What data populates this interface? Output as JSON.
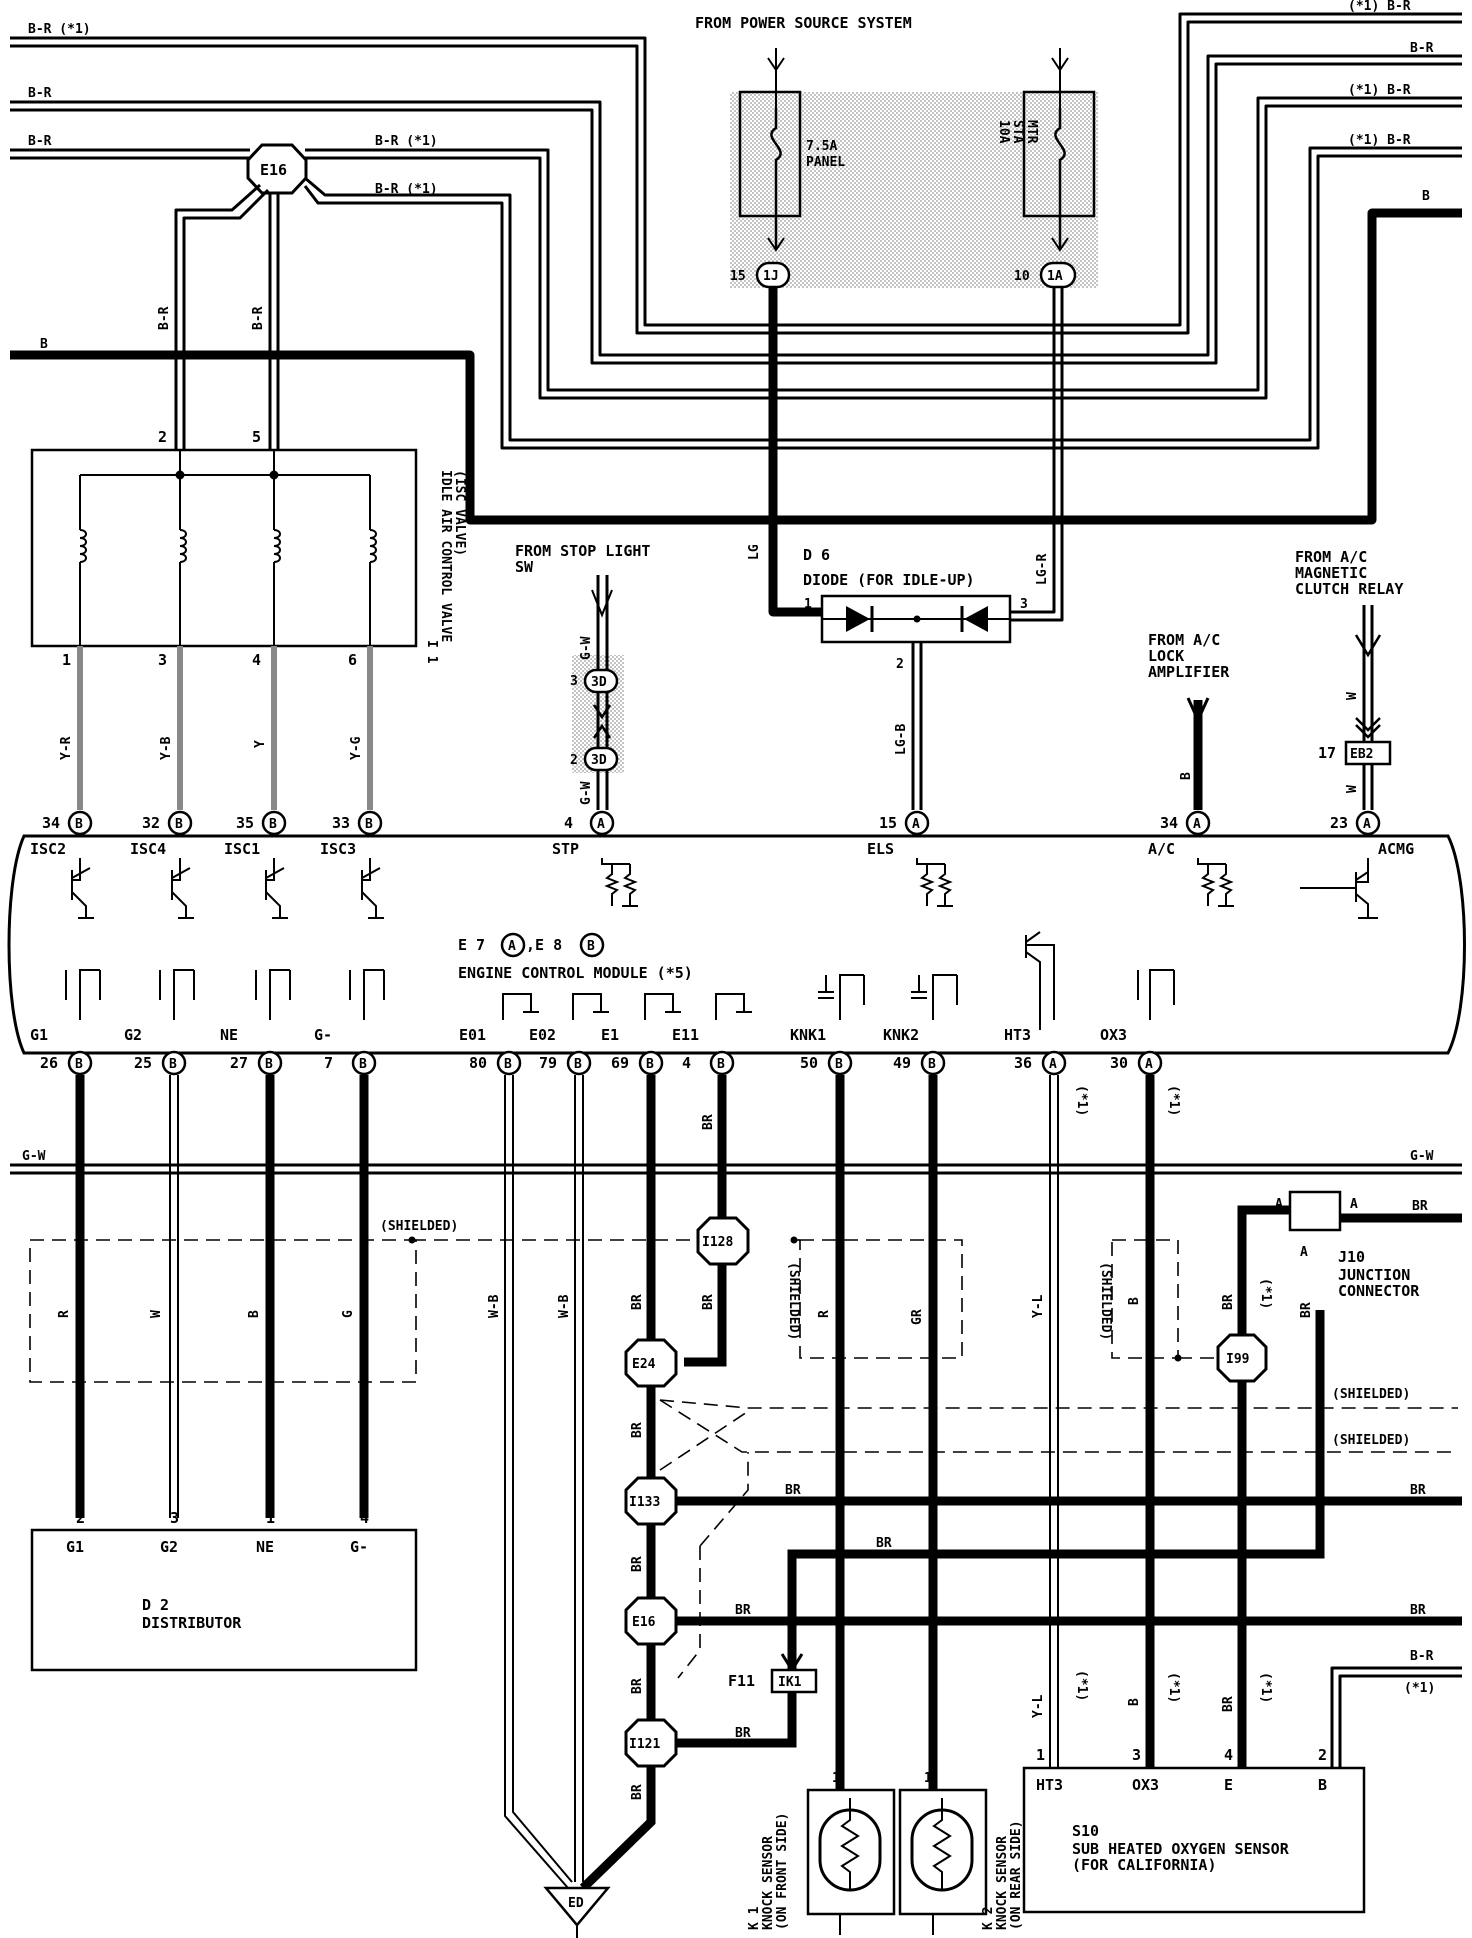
{
  "source_label": "FROM POWER SOURCE SYSTEM",
  "fuses": [
    {
      "label_1": "7.5A",
      "label_2": "PANEL",
      "connector_pin": "15",
      "connector": "1J"
    },
    {
      "label_1": "10A",
      "label_2": "STA",
      "label_3": "MTR",
      "connector_pin": "10",
      "connector": "1A"
    }
  ],
  "top_wires": [
    {
      "text": "B-R (*1)"
    },
    {
      "text": "B-R"
    },
    {
      "text": "B-R"
    },
    {
      "text": "B-R (*1)"
    },
    {
      "text": "B-R (*1)"
    },
    {
      "text": "B"
    },
    {
      "text": "B"
    }
  ],
  "right_wires": [
    {
      "text": "(*1) B-R"
    },
    {
      "text": "B-R"
    },
    {
      "text": "(*1) B-R"
    },
    {
      "text": "(*1) B-R"
    },
    {
      "text": "B"
    }
  ],
  "splice_e16_top": "E16",
  "isc_valve": {
    "designator": "I 1",
    "name_1": "IDLE AIR CONTROL VALVE",
    "name_2": "(ISC VALVE)",
    "top_pins": [
      "2",
      "5"
    ],
    "top_wires": [
      "B-R",
      "B-R"
    ],
    "bottom_pins": [
      "1",
      "3",
      "4",
      "6"
    ],
    "bottom_wires": [
      "Y-R",
      "Y-B",
      "Y",
      "Y-G"
    ]
  },
  "stop_light": {
    "label_1": "FROM STOP LIGHT",
    "label_2": "SW",
    "wire_top": "G-W",
    "wire_bottom": "G-W",
    "pin_1": "3",
    "connector_1": "3D",
    "pin_2": "2",
    "connector_2": "3D"
  },
  "diode": {
    "designator": "D 6",
    "name": "DIODE (FOR IDLE-UP)",
    "wire_left": "LG",
    "wire_right": "LG-R",
    "wire_bottom": "LG-B",
    "pin_left": "1",
    "pin_right": "3",
    "pin_bottom": "2"
  },
  "ac_lock": {
    "label_1": "FROM A/C",
    "label_2": "LOCK",
    "label_3": "AMPLIFIER",
    "wire": "B"
  },
  "ac_clutch": {
    "label_1": "FROM A/C",
    "label_2": "MAGNETIC",
    "label_3": "CLUTCH RELAY",
    "wire_top": "W",
    "wire_bottom": "W",
    "pin": "17",
    "connector": "EB2"
  },
  "ecm": {
    "title_1": "E 7",
    "title_conn_a": "A",
    "title_sep": ",E 8",
    "title_conn_b": "B",
    "title_2": "ENGINE CONTROL MODULE (*5)",
    "top_terminals": [
      {
        "pin": "34",
        "conn": "B",
        "name": "ISC2"
      },
      {
        "pin": "32",
        "conn": "B",
        "name": "ISC4"
      },
      {
        "pin": "35",
        "conn": "B",
        "name": "ISC1"
      },
      {
        "pin": "33",
        "conn": "B",
        "name": "ISC3"
      },
      {
        "pin": "4",
        "conn": "A",
        "name": "STP"
      },
      {
        "pin": "15",
        "conn": "A",
        "name": "ELS"
      },
      {
        "pin": "34",
        "conn": "A",
        "name": "A/C"
      },
      {
        "pin": "23",
        "conn": "A",
        "name": "ACMG"
      }
    ],
    "bottom_terminals": [
      {
        "pin": "26",
        "conn": "B",
        "name": "G1"
      },
      {
        "pin": "25",
        "conn": "B",
        "name": "G2"
      },
      {
        "pin": "27",
        "conn": "B",
        "name": "NE"
      },
      {
        "pin": "7",
        "conn": "B",
        "name": "G-"
      },
      {
        "pin": "80",
        "conn": "B",
        "name": "E01"
      },
      {
        "pin": "79",
        "conn": "B",
        "name": "E02"
      },
      {
        "pin": "69",
        "conn": "B",
        "name": "E1"
      },
      {
        "pin": "4",
        "conn": "B",
        "name": "E11"
      },
      {
        "pin": "50",
        "conn": "B",
        "name": "KNK1"
      },
      {
        "pin": "49",
        "conn": "B",
        "name": "KNK2"
      },
      {
        "pin": "36",
        "conn": "A",
        "name": "HT3"
      },
      {
        "pin": "30",
        "conn": "A",
        "name": "OX3"
      }
    ]
  },
  "gw_wire": {
    "left": "G-W",
    "right": "G-W"
  },
  "shielded_labels": [
    "(SHIELDED)",
    "(SHIELDED)",
    "(SHIELDED)",
    "(SHIELDED)",
    "(SHIELDED)"
  ],
  "lower_wires": {
    "r": "R",
    "w": "W",
    "b": "B",
    "g": "G",
    "wb1": "W-B",
    "wb2": "W-B",
    "br_e24": "BR",
    "br_i128": "BR",
    "br_e11": "BR",
    "r2": "R",
    "gr": "GR",
    "yl": "Y-L",
    "yl_note": "(*1)",
    "ox_b": "B",
    "ox_note": "(*1)",
    "br_i99": "BR",
    "br_i99_note": "(*1)",
    "br_j10": "BR",
    "br_1": "BR",
    "br_2": "BR",
    "br_3": "BR",
    "br_4": "BR",
    "br_5": "BR",
    "br_6": "BR",
    "br_7": "BR",
    "br_8": "BR",
    "br_9": "BR",
    "br_10": "BR",
    "br_11": "BR",
    "br_12": "BR",
    "sensor_yl": "Y-L",
    "sensor_yl_note": "(*1)",
    "sensor_b": "B",
    "sensor_b_note": "(*1)",
    "sensor_br": "BR",
    "sensor_br_note": "(*1)",
    "sensor_br_right": "B-R",
    "sensor_br_right_note": "(*1)"
  },
  "splices": [
    "I128",
    "E24",
    "I133",
    "E16",
    "I121",
    "I99"
  ],
  "junction": {
    "designator": "J10",
    "name_1": "JUNCTION",
    "name_2": "CONNECTOR",
    "pin_a1": "A",
    "pin_a2": "A",
    "pin_a3": "A"
  },
  "distributor": {
    "designator": "D 2",
    "name": "DISTRIBUTOR",
    "pins": [
      "2",
      "3",
      "1",
      "4"
    ],
    "terminals": [
      "G1",
      "G2",
      "NE",
      "G-"
    ]
  },
  "f11": {
    "pin": "F11",
    "connector": "IK1"
  },
  "knock_1": {
    "designator": "K 1",
    "name_1": "KNOCK SENSOR",
    "name_2": "(ON FRONT SIDE)",
    "pin": "1"
  },
  "knock_2": {
    "designator": "K 2",
    "name_1": "KNOCK SENSOR",
    "name_2": "(ON REAR SIDE)",
    "pin": "1"
  },
  "oxygen_sensor": {
    "designator": "S10",
    "name_1": "SUB HEATED OXYGEN SENSOR",
    "name_2": "(FOR CALIFORNIA)",
    "pins": [
      "1",
      "3",
      "4",
      "2"
    ],
    "terminals": [
      "HT3",
      "OX3",
      "E",
      "B"
    ]
  },
  "ground_ed": "ED"
}
